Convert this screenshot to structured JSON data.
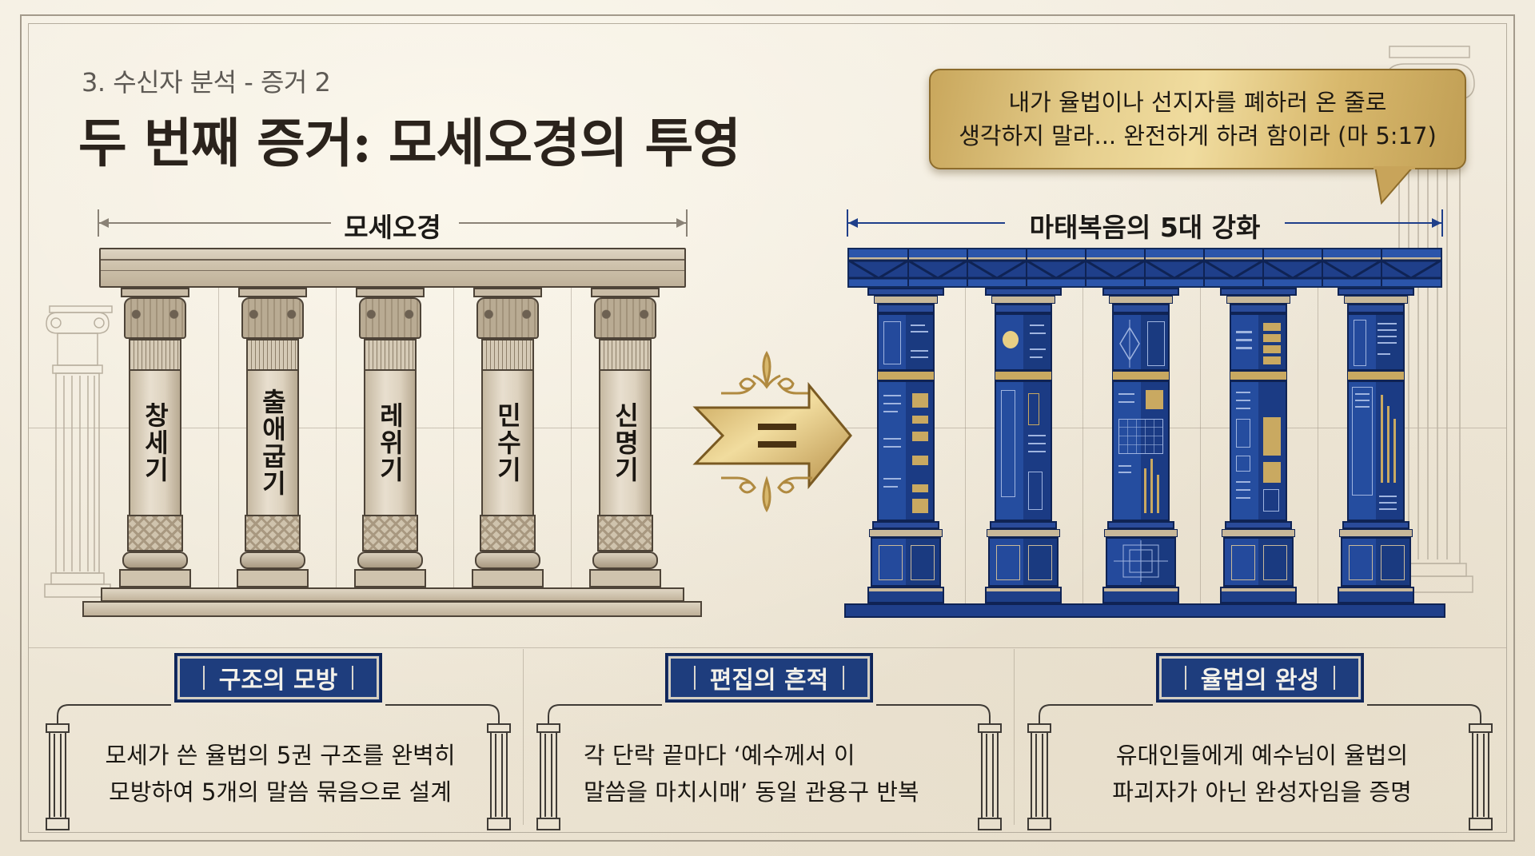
{
  "header": {
    "subtitle": "3. 수신자 분석 - 증거 2",
    "title": "두 번째 증거: 모세오경의 투영"
  },
  "quote": {
    "line1": "내가 율법이나 선지자를 폐하러 온 줄로",
    "line2": "생각하지 말라... 완전하게 하려 함이라 (마 5:17)"
  },
  "left_diagram": {
    "label": "모세오경",
    "pillars": [
      {
        "label": "창세기"
      },
      {
        "label": "출애굽기"
      },
      {
        "label": "레위기"
      },
      {
        "label": "민수기"
      },
      {
        "label": "신명기"
      }
    ]
  },
  "center": {
    "symbol": "="
  },
  "right_diagram": {
    "label": "마태복음의 5대 강화",
    "pillar_count": 5
  },
  "cards": [
    {
      "title": "구조의 모방",
      "line1": "모세가 쓴 율법의 5권 구조를 완벽히",
      "line2": "모방하여 5개의 말씀 묶음으로 설계"
    },
    {
      "title": "편집의 흔적",
      "line1": "각 단락 끝마다 ‘예수께서 이",
      "line2": "말씀을 마치시매’ 동일 관용구 반복"
    },
    {
      "title": "율법의 완성",
      "line1": "유대인들에게 예수님이 율법의",
      "line2": "파괴자가 아닌 완성자임을 증명"
    }
  ],
  "colors": {
    "background": "#efe8da",
    "navy": "#1e3d7d",
    "gold": "#d8b86c",
    "stone": "#cfc3ad",
    "text": "#1c1a17"
  }
}
